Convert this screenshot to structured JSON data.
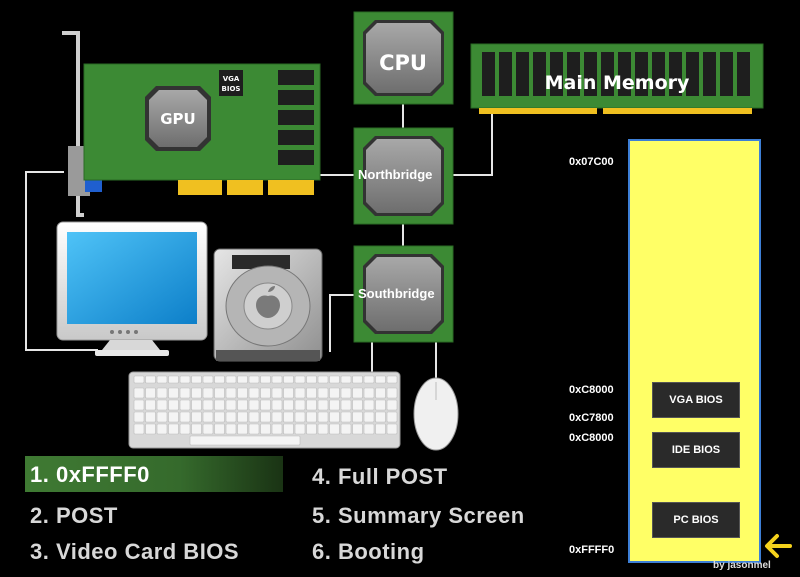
{
  "components": {
    "cpu": "CPU",
    "main_memory": "Main Memory",
    "gpu": "GPU",
    "vga_bios_chip": [
      "VGA",
      "BIOS"
    ],
    "northbridge": "Northbridge",
    "southbridge": "Southbridge"
  },
  "steps": [
    {
      "label": "1. 0xFFFF0",
      "active": true
    },
    {
      "label": "2. POST"
    },
    {
      "label": "3. Video Card BIOS"
    },
    {
      "label": "4. Full POST"
    },
    {
      "label": "5. Summary Screen"
    },
    {
      "label": "6. Booting"
    }
  ],
  "memory_map": {
    "addresses": [
      "0x07C00",
      "0xC8000",
      "0xC7800",
      "0xC8000",
      "0xFFFF0"
    ],
    "regions": [
      "VGA BIOS",
      "IDE BIOS",
      "PC BIOS"
    ]
  },
  "credit": "by jasonmel",
  "colors": {
    "board_green": "#3c8a34",
    "chip_gray": "#8c8c8c",
    "memory_yellow": "#ffff66",
    "connector_gold": "#f0c020",
    "step_highlight": "#3f7a33",
    "memmap_border": "#3d7fd6"
  },
  "icons": {
    "back": "arrow-left-icon",
    "hdd_logo": "apple-logo-icon"
  }
}
